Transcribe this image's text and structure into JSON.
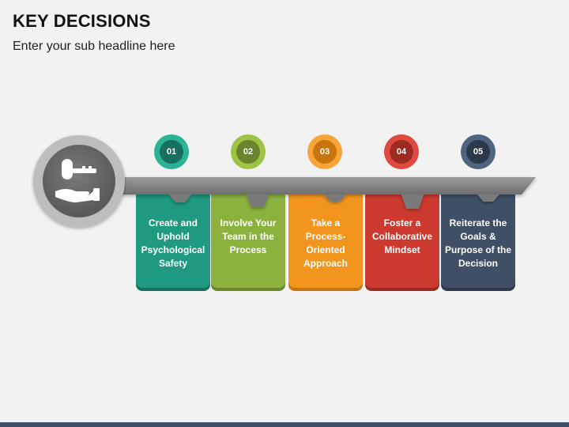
{
  "header": {
    "title": "KEY DECISIONS",
    "subtitle": "Enter your sub headline here"
  },
  "icon": {
    "name": "hand-holding-key-icon"
  },
  "steps": [
    {
      "number": "01",
      "label": "Create and Uphold Psychological Safety",
      "color": "#1f9a80",
      "ring": "#2bb395",
      "dark": "#16705d"
    },
    {
      "number": "02",
      "label": "Involve Your Team in the Process",
      "color": "#8cb23e",
      "ring": "#9dc447",
      "dark": "#69862c"
    },
    {
      "number": "03",
      "label": "Take a Process-Oriented Approach",
      "color": "#f1951e",
      "ring": "#f7a53a",
      "dark": "#c8740f"
    },
    {
      "number": "04",
      "label": "Foster a Collaborative Mindset",
      "color": "#cc3a2f",
      "ring": "#dd4a3f",
      "dark": "#9e2a22"
    },
    {
      "number": "05",
      "label": "Reiterate the Goals & Purpose of the Decision",
      "color": "#3e4f66",
      "ring": "#4f6480",
      "dark": "#2c394b"
    }
  ],
  "colors": {
    "key_metal": "#8a8a8a",
    "key_metal_dark": "#6a6a6a",
    "key_head": "#6b6b6b",
    "key_head_ring": "#bdbdbd"
  }
}
